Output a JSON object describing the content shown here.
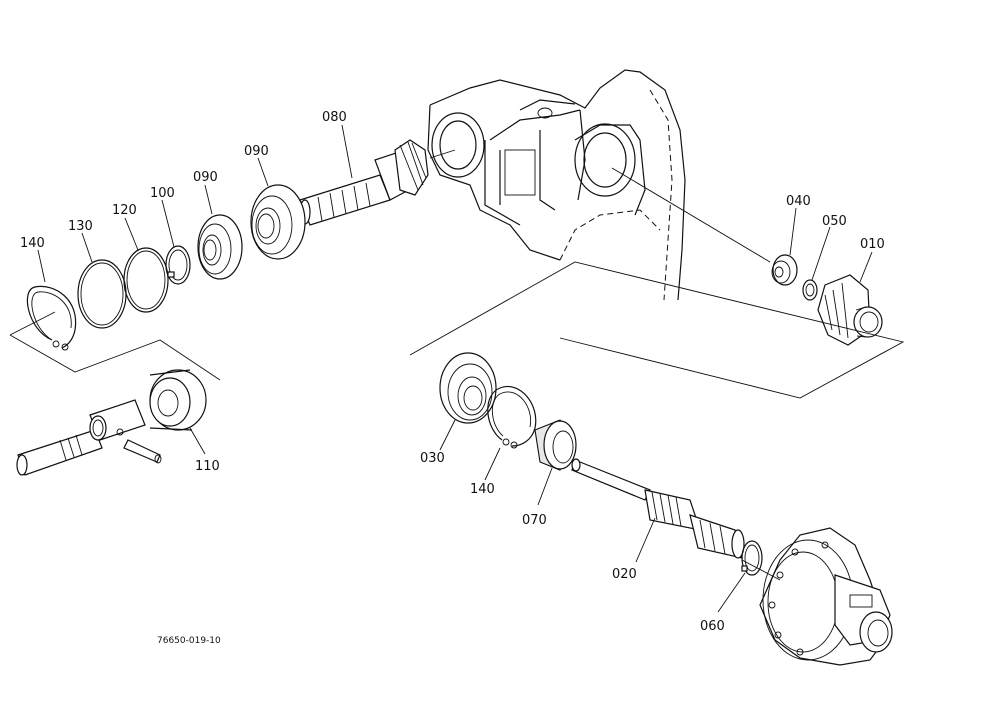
{
  "diagram": {
    "figure_code": "76650-019-10",
    "labels": {
      "p080": "080",
      "p090a": "090",
      "p090b": "090",
      "p100": "100",
      "p120": "120",
      "p130": "130",
      "p140a": "140",
      "p110": "110",
      "p040": "040",
      "p050": "050",
      "p010": "010",
      "p030": "030",
      "p140b": "140",
      "p070": "070",
      "p020": "020",
      "p060": "060"
    }
  }
}
